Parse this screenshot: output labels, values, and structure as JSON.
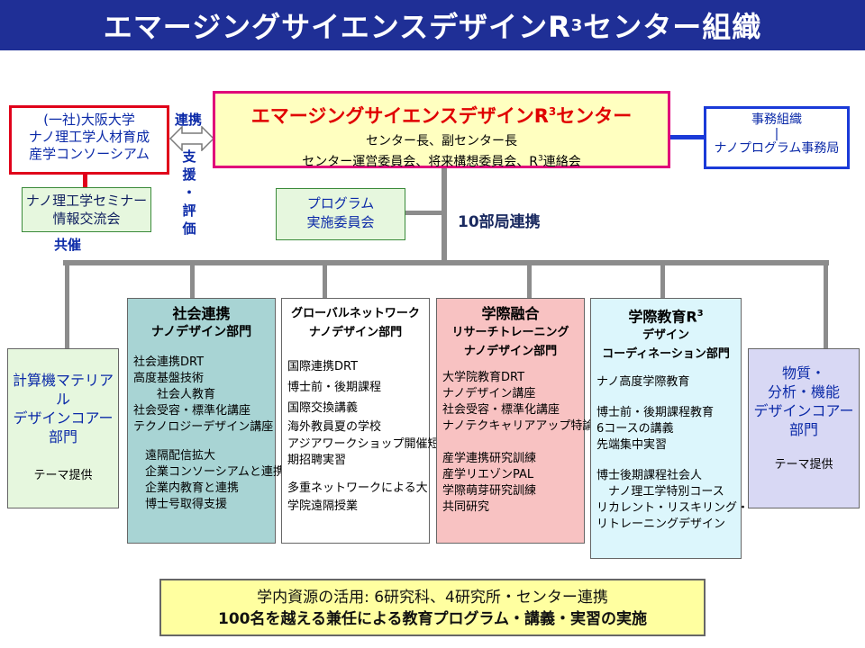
{
  "title": {
    "main": "エマージングサイエンスデザインR",
    "sup": "3",
    "tail": "センター組織"
  },
  "center": {
    "name_main": "エマージングサイエンスデザインR",
    "name_sup": "3",
    "name_tail": "センター",
    "line2": "センター長、副センター長",
    "line3_main": "センター運営委員会、将来構想委員会、R",
    "line3_sup": "3",
    "line3_tail": "連絡会"
  },
  "consortium": {
    "lines": [
      "(一社)大阪大学",
      "ナノ理工学人材育成",
      "産学コンソーシアム"
    ]
  },
  "link_labels": {
    "renkei": "連携",
    "shien": [
      "支",
      "援",
      "・",
      "評",
      "価"
    ]
  },
  "seminar": {
    "lines": [
      "ナノ理工学セミナー",
      "情報交流会"
    ],
    "cohost": "共催"
  },
  "office": {
    "line1": "事務組織",
    "sep": "|",
    "line2": "ナノプログラム事務局"
  },
  "program_committee": {
    "lines": [
      "プログラム",
      "実施委員会"
    ]
  },
  "ten_departments": "10部局連携",
  "left_side": {
    "lines": [
      "計算機マテリアル",
      "デザインコアー",
      "部門"
    ],
    "note": "テーマ提供"
  },
  "right_side": {
    "lines": [
      "物質・",
      "分析・機能",
      "デザインコアー",
      "部門"
    ],
    "note": "テーマ提供"
  },
  "departments": [
    {
      "header": [
        "社会連携",
        "ナノデザイン部門"
      ],
      "items": [
        "社会連携DRT",
        "高度基盤技術",
        "　　社会人教育",
        "社会受容・標準化講座",
        "テクノロジーデザイン講座",
        "",
        "　遠隔配信拡大",
        "　企業コンソーシアムと連携",
        "　企業内教育と連携",
        "　博士号取得支援"
      ]
    },
    {
      "header": [
        "グローバルネットワーク",
        "ナノデザイン部門"
      ],
      "items": [
        "国際連携DRT",
        "博士前・後期課程",
        "国際交換講義",
        "海外教員夏の学校",
        "アジアワークショップ開催短",
        "期招聘実習",
        "",
        "多重ネットワークによる大",
        "学院遠隔授業"
      ]
    },
    {
      "header": [
        "学際融合",
        "リサーチトレーニング",
        "ナノデザイン部門"
      ],
      "items": [
        "大学院教育DRT",
        "ナノデザイン講座",
        "社会受容・標準化講座",
        "ナノテクキャリアアップ特論",
        "",
        "産学連携研究訓練",
        "産学リエゾンPAL",
        "学際萌芽研究訓練",
        "共同研究"
      ]
    },
    {
      "header_main": "学際教育R",
      "header_sup": "3",
      "header": [
        "デザイン",
        "コーディネーション部門"
      ],
      "items": [
        "ナノ高度学際教育",
        "",
        "博士前・後期課程教育",
        "6コースの講義",
        "先端集中実習",
        "",
        "博士後期課程社会人",
        "　ナノ理工学特別コース",
        "リカレント・リスキリング・",
        "リトレーニングデザイン"
      ]
    }
  ],
  "bottom": {
    "line1": "学内資源の活用: 6研究科、4研究所・センター連携",
    "line2": "100名を越える兼任による教育プログラム・講義・実習の実施"
  },
  "colors": {
    "title_bg": "#1f2f96",
    "center_bg": "#ffffc0",
    "center_border": "#e0007a",
    "center_text": "#e00000",
    "label_blue": "#0b2aa8",
    "dept1_bg": "#a8d4d4",
    "dept2_bg": "#ffffff",
    "dept3_bg": "#f8c2c2",
    "dept4_bg": "#dcf6fc",
    "left_bg": "#e6f7de",
    "right_bg": "#d8d8f4",
    "bottom_bg": "#ffffa0",
    "lines": "#8c8c8c"
  }
}
